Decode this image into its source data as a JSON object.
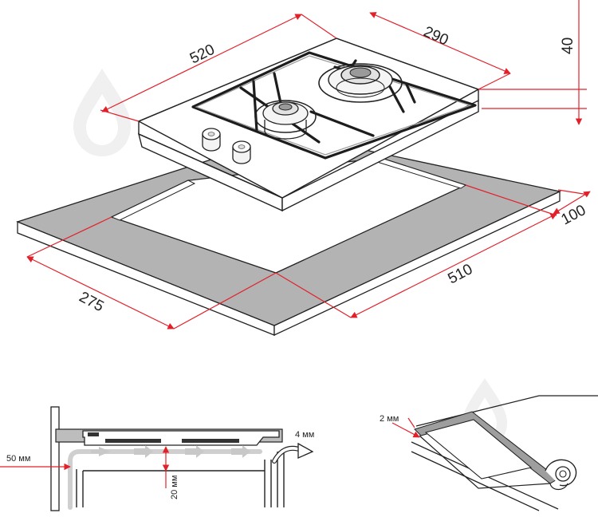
{
  "dimensions": {
    "hob_width": "520",
    "hob_depth": "290",
    "hob_height": "40",
    "cutout_width": "510",
    "cutout_depth": "275",
    "rear_gap": "100"
  },
  "section_detail": {
    "side_clearance": "50 мм",
    "air_gap": "20 мм",
    "rear_clearance": "4 мм"
  },
  "seal_detail": {
    "seal_thickness": "2 мм"
  },
  "colors": {
    "dimension_line": "#e2202a",
    "countertop": "#b3b3b3",
    "outline": "#222222",
    "airflow_arrow": "#c8c8c8",
    "watermark": "#e4e4e4"
  },
  "watermark_icon": "drop-logo-icon"
}
